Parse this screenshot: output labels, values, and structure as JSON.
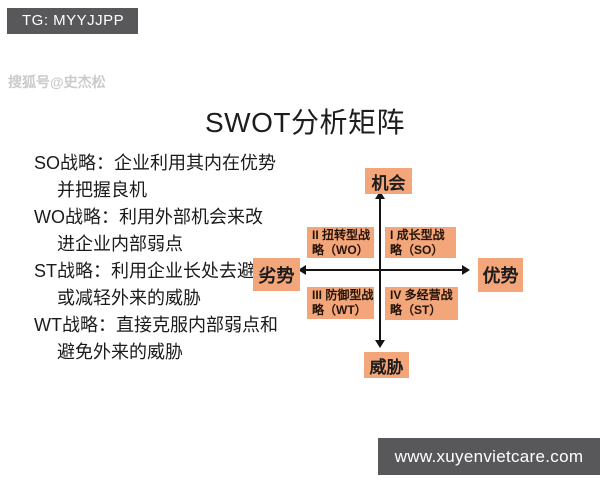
{
  "badge": {
    "label": "TG: MYYJJPP",
    "bg": "#58585a"
  },
  "watermark": {
    "text": "搜狐号@史杰松",
    "color": "#cbcbcb"
  },
  "title": "SWOT分析矩阵",
  "strategies": [
    {
      "line1": "SO战略：企业利用其内在优势",
      "line2": "并把握良机"
    },
    {
      "line1": "WO战略：利用外部机会来改",
      "line2": "进企业内部弱点"
    },
    {
      "line1": "ST战略：利用企业长处去避免",
      "line2": "或减轻外来的威胁"
    },
    {
      "line1": "WT战略：直接克服内部弱点和",
      "line2": "避免外来的威胁"
    }
  ],
  "matrix": {
    "axis_top": "机会",
    "axis_bottom": "威胁",
    "axis_left": "劣势",
    "axis_right": "优势",
    "quadrants": [
      {
        "number": "I",
        "line1": "I 成长型战",
        "line2": "略（SO）"
      },
      {
        "number": "II",
        "line1": "II 扭转型战",
        "line2": "略（WO）"
      },
      {
        "number": "III",
        "line1": "III 防御型战",
        "line2": "略（WT）"
      },
      {
        "number": "IV",
        "line1": "IV 多经营战",
        "line2": "略（ST）"
      }
    ],
    "box_color": "#f3a679",
    "axis_color": "#141414"
  },
  "footer": {
    "url": "www.xuyenvietcare.com",
    "bg": "#58585a"
  }
}
